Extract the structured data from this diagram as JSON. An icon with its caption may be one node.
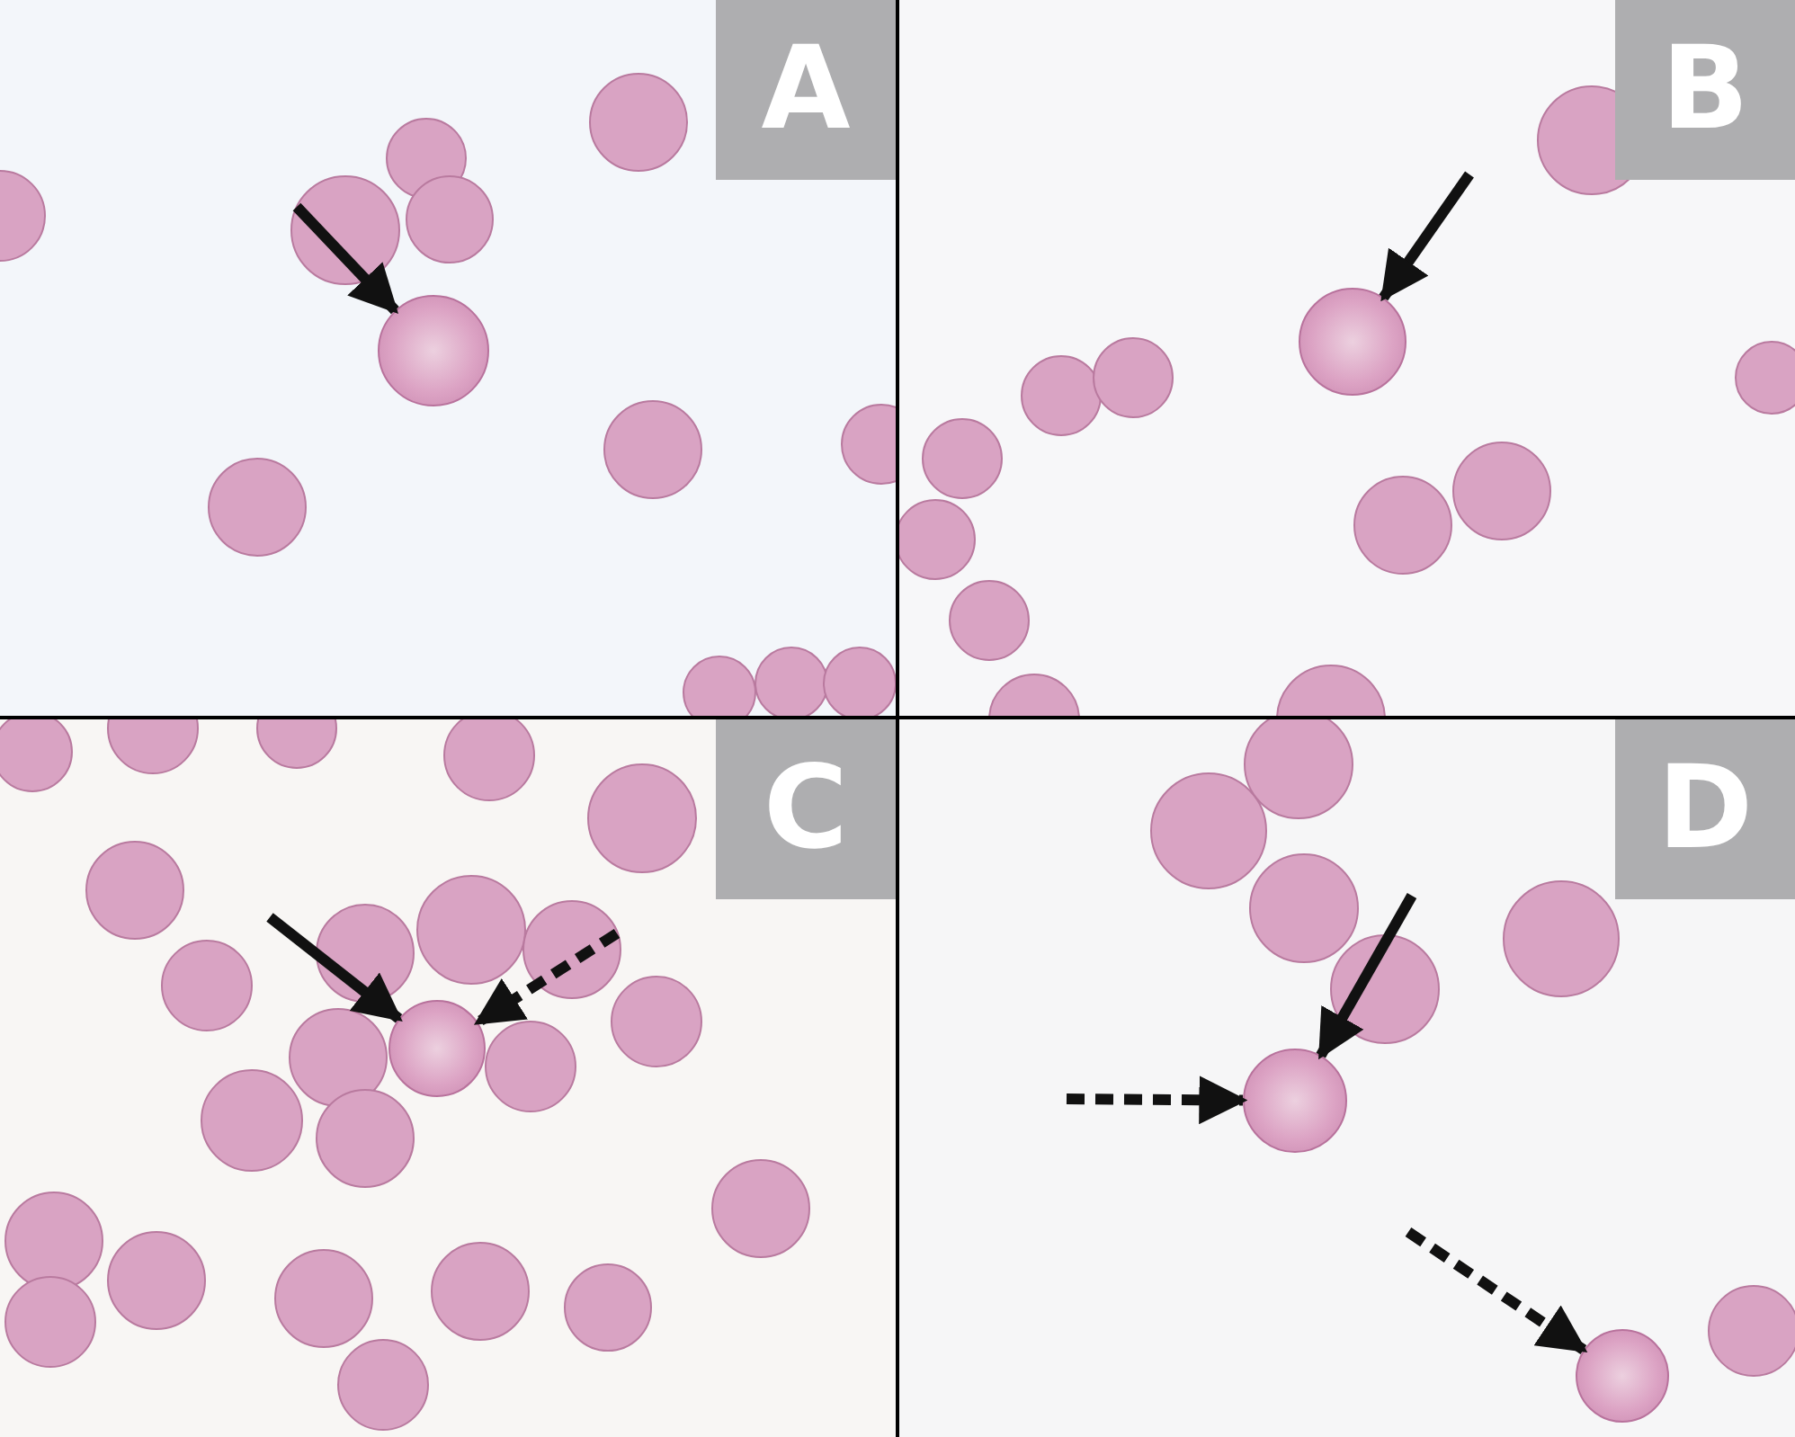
{
  "diagram": {
    "nodes": [
      {
        "text": [
          "A"
        ]
      },
      {
        "text": [],
        "shape": "circle",
        "in": 0
      },
      {
        "text": [
          "B"
        ]
      },
      {
        "text": [],
        "shape": "circle",
        "in": 2
      },
      {
        "text": [
          "C"
        ]
      },
      {
        "text": [],
        "shape": "circle",
        "in": 4
      },
      {
        "text": [
          "D"
        ]
      },
      {
        "text": [],
        "shape": "circle",
        "in": 6
      },
      {
        "text": [],
        "shape": "circle",
        "in": 6
      }
    ],
    "edges": [
      {
        "from": null,
        "to": 1,
        "arrow": "to"
      },
      {
        "from": null,
        "to": 3,
        "arrow": "to"
      },
      {
        "from": null,
        "to": 5,
        "arrow": "to"
      },
      {
        "from": null,
        "to": 5,
        "arrow": "to",
        "style": "dashed"
      },
      {
        "from": null,
        "to": 7,
        "arrow": "to"
      },
      {
        "from": null,
        "to": 7,
        "arrow": "to",
        "style": "dashed"
      },
      {
        "from": null,
        "to": 8,
        "arrow": "to",
        "style": "dashed"
      }
    ]
  }
}
